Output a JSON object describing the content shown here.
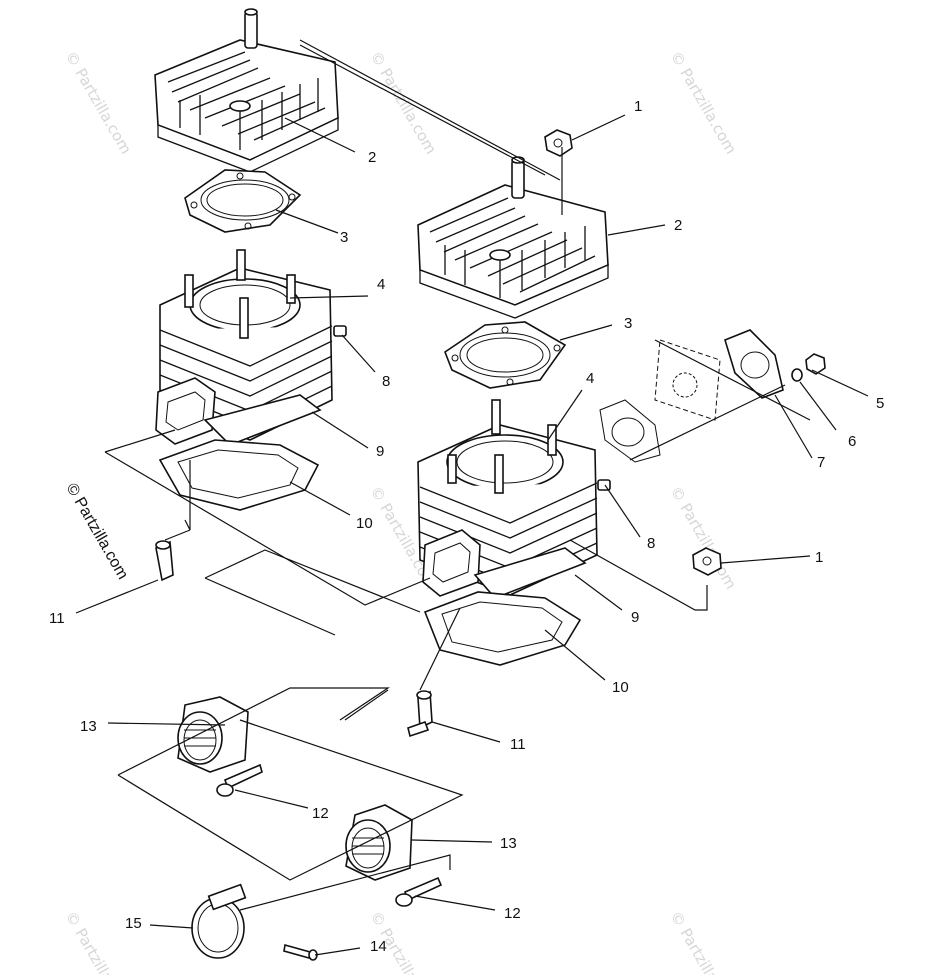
{
  "watermark": {
    "text": "© Partzilla.com"
  },
  "callouts": {
    "c1a": "1",
    "c1b": "1",
    "c2a": "2",
    "c2b": "2",
    "c3a": "3",
    "c3b": "3",
    "c4a": "4",
    "c4b": "4",
    "c5": "5",
    "c6": "6",
    "c7": "7",
    "c8a": "8",
    "c8b": "8",
    "c9a": "9",
    "c9b": "9",
    "c10a": "10",
    "c10b": "10",
    "c11a": "11",
    "c11b": "11",
    "c12a": "12",
    "c12b": "12",
    "c13a": "13",
    "c13b": "13",
    "c14": "14",
    "c15": "15"
  }
}
